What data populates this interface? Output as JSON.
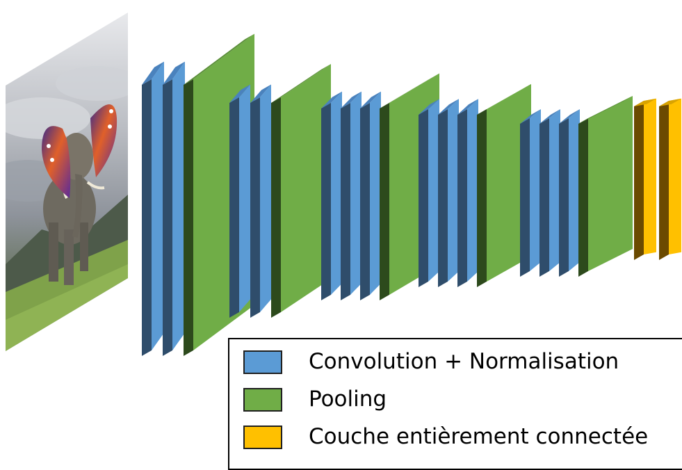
{
  "colors": {
    "convolution": "#5b9bd5",
    "convolution_dark": "#2f4d6b",
    "convolution_top": "#4a82bd",
    "pooling": "#70ad47",
    "pooling_dark": "#2d4a1c",
    "pooling_top": "#5a8e38",
    "fully_connected": "#ffc000",
    "fully_connected_dark": "#6b4a00",
    "fully_connected_top": "#d9a300"
  },
  "input_image": {
    "icon": "elephant-with-butterfly-wings-photo"
  },
  "network": {
    "blocks": [
      {
        "layers": [
          "convolution",
          "convolution",
          "pooling"
        ]
      },
      {
        "layers": [
          "convolution",
          "convolution",
          "pooling"
        ]
      },
      {
        "layers": [
          "convolution",
          "convolution",
          "convolution",
          "pooling"
        ]
      },
      {
        "layers": [
          "convolution",
          "convolution",
          "convolution",
          "pooling"
        ]
      },
      {
        "layers": [
          "convolution",
          "convolution",
          "convolution",
          "pooling"
        ]
      },
      {
        "layers": [
          "fully_connected",
          "fully_connected"
        ]
      }
    ]
  },
  "legend": {
    "items": [
      {
        "type": "convolution",
        "label": "Convolution + Normalisation"
      },
      {
        "type": "pooling",
        "label": "Pooling"
      },
      {
        "type": "fully_connected",
        "label": "Couche entièrement connectée"
      }
    ]
  }
}
